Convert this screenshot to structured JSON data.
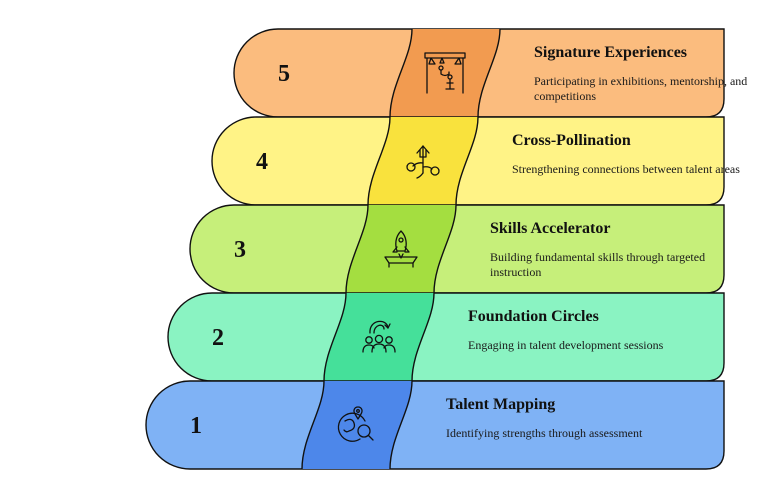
{
  "steps": [
    {
      "number": "1",
      "title": "Talent Mapping",
      "description": [
        "Identifying strengths through assessment"
      ],
      "icon": "globe-search-icon",
      "color_light": "#7fb2f5",
      "color_dark": "#4d87ea"
    },
    {
      "number": "2",
      "title": "Foundation Circles",
      "description": [
        "Engaging in talent development sessions"
      ],
      "icon": "people-circle-icon",
      "color_light": "#8af3c2",
      "color_dark": "#45e09a"
    },
    {
      "number": "3",
      "title": "Skills Accelerator",
      "description": [
        "Building fundamental skills through targeted",
        "instruction"
      ],
      "icon": "rocket-launch-icon",
      "color_light": "#c6ef7a",
      "color_dark": "#a4de40"
    },
    {
      "number": "4",
      "title": "Cross-Pollination",
      "description": [
        "Strengthening connections between talent areas"
      ],
      "icon": "growth-plant-icon",
      "color_light": "#fff386",
      "color_dark": "#f9e23d"
    },
    {
      "number": "5",
      "title": "Signature Experiences",
      "description": [
        "Participating in exhibitions, mentorship, and",
        "competitions"
      ],
      "icon": "stage-spotlight-icon",
      "color_light": "#fbbc7e",
      "color_dark": "#f29b50"
    }
  ]
}
